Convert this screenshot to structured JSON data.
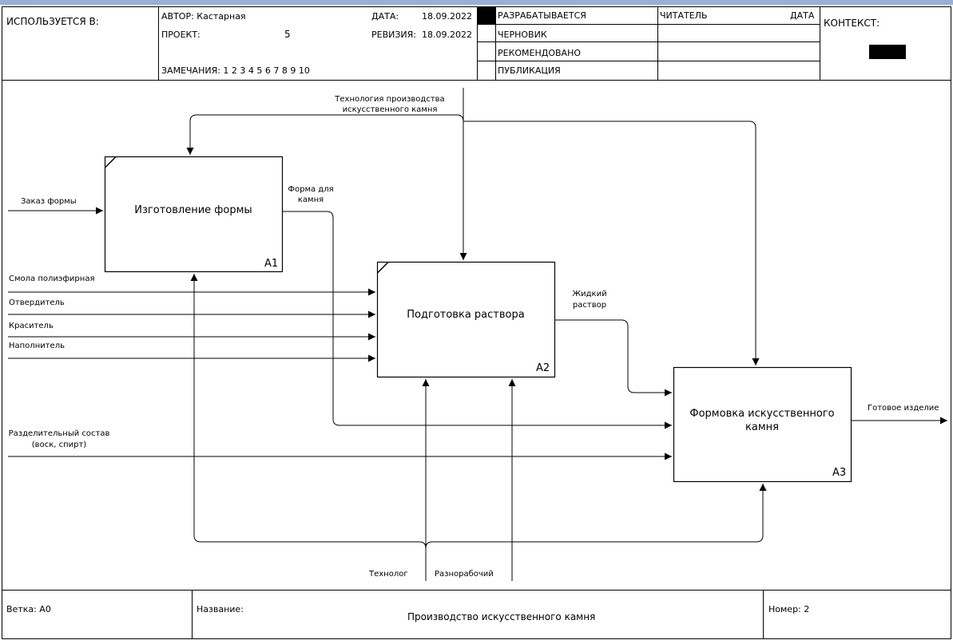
{
  "header": {
    "used_in_label": "ИСПОЛЬЗУЕТСЯ В:",
    "author": "АВТОР: Кастарная",
    "date_label": "ДАТА:",
    "date_value": "18.09.2022",
    "project_label": "ПРОЕКТ:",
    "project_value": "5",
    "revision_label": "РЕВИЗИЯ:",
    "revision_value": "18.09.2022",
    "notes": "ЗАМЕЧАНИЯ:  1  2  3  4  5  6  7  8  9  10",
    "status_items": [
      "РАЗРАБАТЫВАЕТСЯ",
      "ЧЕРНОВИК",
      "РЕКОМЕНДОВАНО",
      "ПУБЛИКАЦИЯ"
    ],
    "reader_label": "ЧИТАТЕЛЬ",
    "reader_date_label": "ДАТА",
    "context_label": "КОНТЕКСТ:"
  },
  "boxes": {
    "a1": {
      "title": "Изготовление формы",
      "number": "A1"
    },
    "a2": {
      "title": "Подготовка раствора",
      "number": "A2"
    },
    "a3": {
      "title_line1": "Формовка искусственного",
      "title_line2": "камня",
      "number": "A3"
    }
  },
  "arrows": {
    "control_tech_line1": "Технология производства",
    "control_tech_line2": "искусственного камня",
    "order": "Заказ формы",
    "mold_line1": "Форма для",
    "mold_line2": "камня",
    "resin": "Смола полиэфирная",
    "hardener": "Отвердитель",
    "dye": "Краситель",
    "filler": "Наполнитель",
    "liquid_line1": "Жидкий",
    "liquid_line2": "раствор",
    "release_line1": "Разделительный состав",
    "release_line2": "(воск, спирт)",
    "output": "Готовое изделие",
    "technologist": "Технолог",
    "worker": "Разнорабочий"
  },
  "footer": {
    "branch": "Ветка:  A0",
    "name_label": "Название:",
    "name_value": "Производство искусственного камня",
    "number": "Номер: 2"
  },
  "colors": {
    "topbar": "#9aaed6",
    "line": "#000000"
  }
}
